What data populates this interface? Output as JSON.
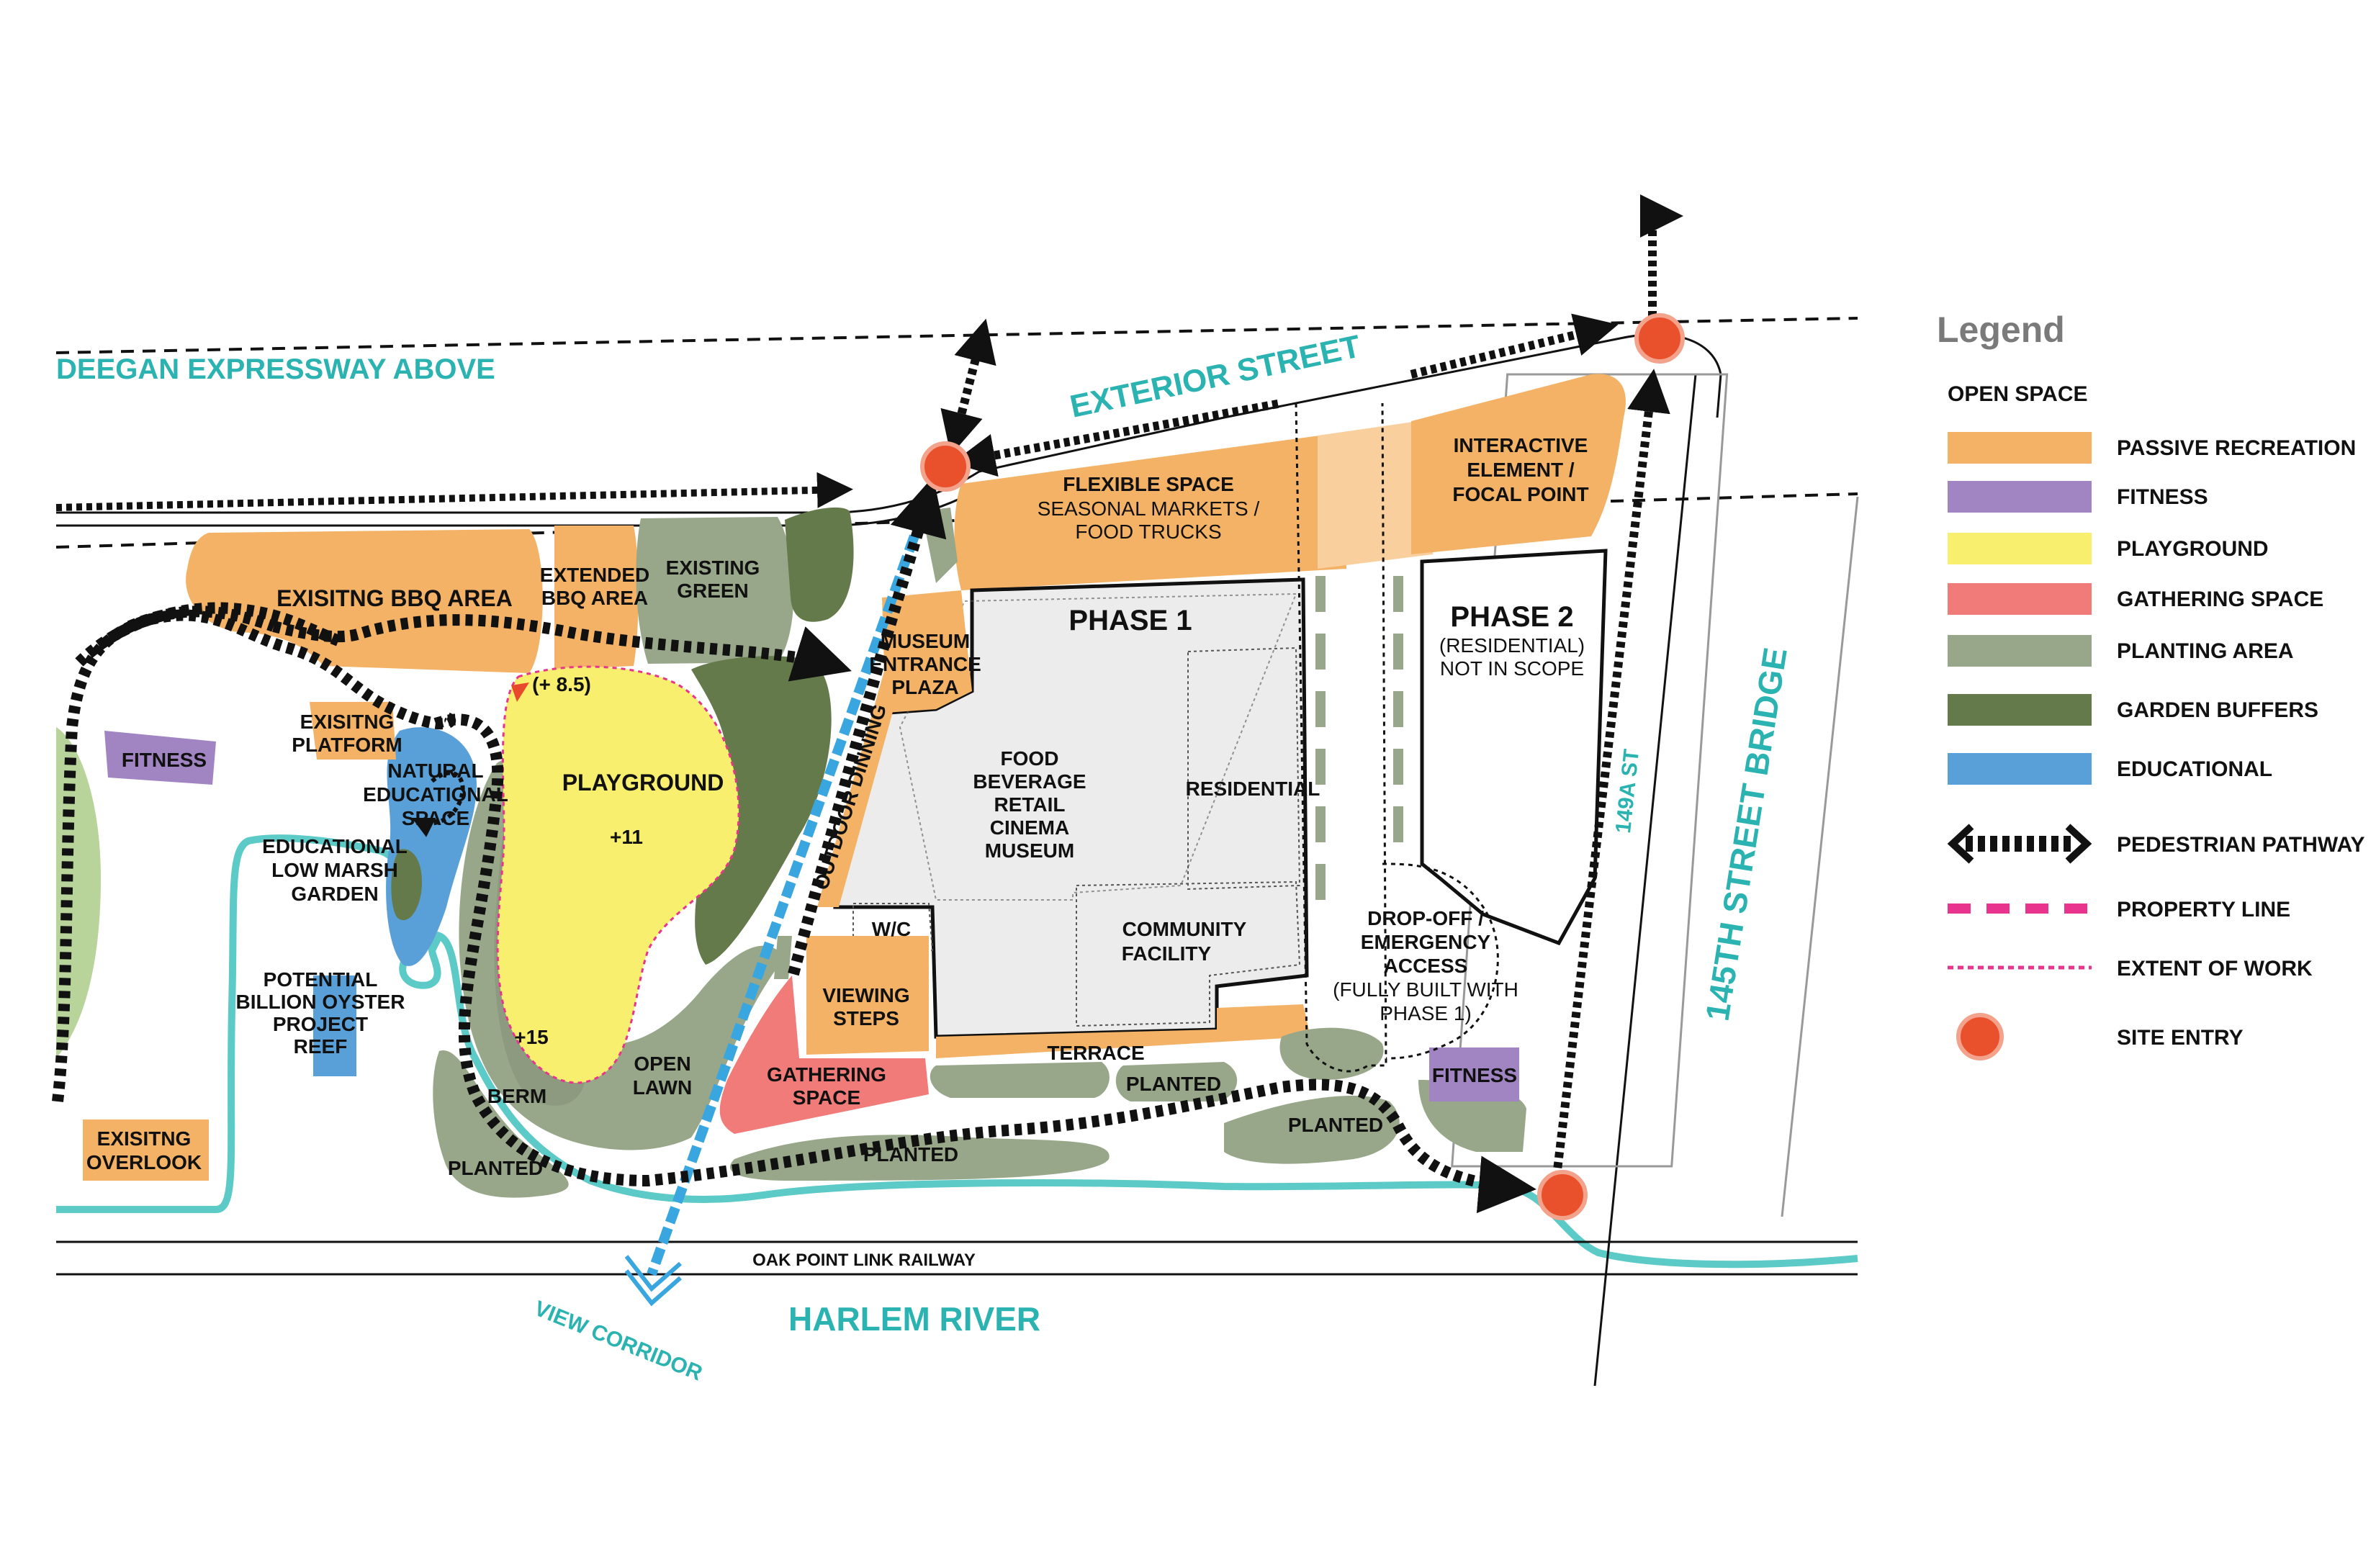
{
  "legend": {
    "title": "Legend",
    "subtitle": "OPEN SPACE",
    "items": {
      "passive": {
        "label": "PASSIVE RECREATION",
        "color": "#f4b266"
      },
      "fitness": {
        "label": "FITNESS",
        "color": "#a085c2"
      },
      "playground": {
        "label": "PLAYGROUND",
        "color": "#f8ef6e"
      },
      "gathering": {
        "label": "GATHERING SPACE",
        "color": "#f07b78"
      },
      "planting": {
        "label": "PLANTING AREA",
        "color": "#98a789"
      },
      "garden": {
        "label": "GARDEN BUFFERS",
        "color": "#647a4b"
      },
      "educational": {
        "label": "EDUCATIONAL",
        "color": "#5aa0d8"
      },
      "pathway": {
        "label": "PEDESTRIAN PATHWAY",
        "icon": "double-arrow-icon"
      },
      "property": {
        "label": "PROPERTY LINE",
        "color": "#e8348d"
      },
      "extent": {
        "label": "EXTENT OF WORK",
        "color": "#e8348d"
      },
      "entry": {
        "label": "SITE ENTRY",
        "color": "#e8512b"
      }
    }
  },
  "streets": {
    "deegan": "DEEGAN EXPRESSWAY ABOVE",
    "exterior": "EXTERIOR STREET",
    "bridge": "145TH STREET BRIDGE",
    "street_149a": "149A ST",
    "harlem": "HARLEM RIVER",
    "railway": "OAK POINT LINK RAILWAY",
    "view_corridor": "VIEW CORRIDOR"
  },
  "areas": {
    "bbq": "EXISITNG BBQ AREA",
    "ext_bbq": [
      "EXTENDED",
      "BBQ AREA"
    ],
    "ex_green": [
      "EXISTING",
      "GREEN"
    ],
    "flexible": [
      "FLEXIBLE SPACE",
      "SEASONAL MARKETS /",
      "FOOD TRUCKS"
    ],
    "interactive": [
      "INTERACTIVE",
      "ELEMENT /",
      "FOCAL POINT"
    ],
    "phase1": "PHASE 1",
    "phase1_uses": [
      "FOOD",
      "BEVERAGE",
      "RETAIL",
      "CINEMA",
      "MUSEUM"
    ],
    "residential": "RESIDENTIAL",
    "community": [
      "COMMUNITY",
      "FACILITY"
    ],
    "wc": "W/C",
    "phase2": "PHASE 2",
    "phase2_sub": [
      "(RESIDENTIAL)",
      "NOT IN SCOPE"
    ],
    "museum_plaza": [
      "MUSEUM",
      "ENTRANCE",
      "PLAZA"
    ],
    "outdoor_dining": "OUTDOOR DINNING",
    "viewing_steps": [
      "VIEWING",
      "STEPS"
    ],
    "gathering": [
      "GATHERING",
      "SPACE"
    ],
    "terrace": "TERRACE",
    "planted": "PLANTED",
    "dropoff": [
      "DROP-OFF /",
      "EMERGENCY",
      "ACCESS",
      "(FULLY BUILT WITH",
      "PHASE 1)"
    ],
    "fitness": "FITNESS",
    "ex_platform": [
      "EXISITNG",
      "PLATFORM"
    ],
    "natural_ed": [
      "NATURAL",
      "EDUCATIONAL",
      "SPACE"
    ],
    "low_marsh": [
      "EDUCATIONAL",
      "LOW MARSH",
      "GARDEN"
    ],
    "oyster": [
      "POTENTIAL",
      "BILLION OYSTER",
      "PROJECT",
      "REEF"
    ],
    "ex_overlook": [
      "EXISITNG",
      "OVERLOOK"
    ],
    "playground": "PLAYGROUND",
    "elev_85": "(+ 8.5)",
    "elev_11": "+11",
    "elev_15": "+15",
    "berm": "BERM",
    "open_lawn": [
      "OPEN",
      "LAWN"
    ]
  }
}
